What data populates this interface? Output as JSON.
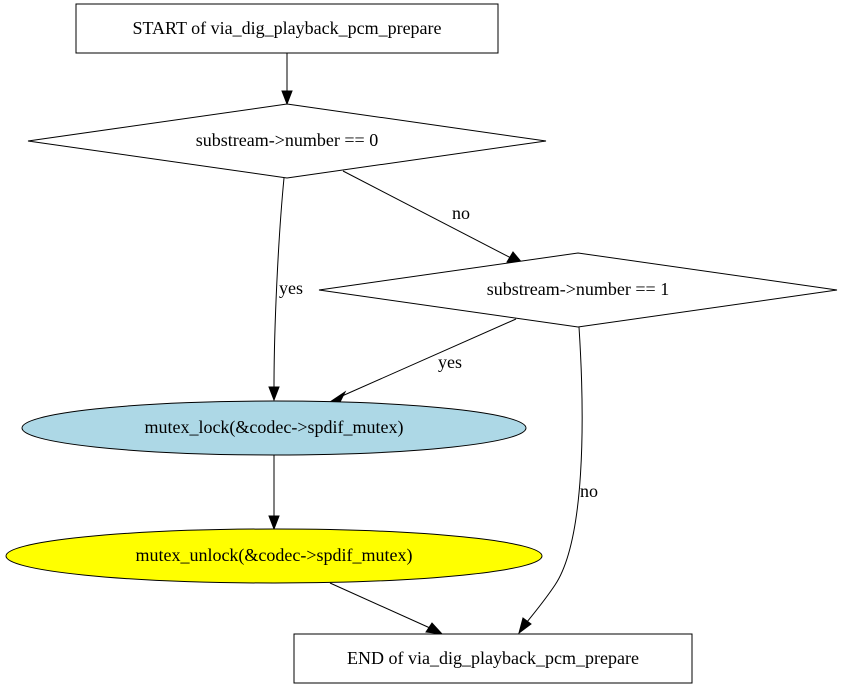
{
  "nodes": {
    "start": {
      "label": "START of via_dig_playback_pcm_prepare"
    },
    "cond0": {
      "label": "substream->number == 0"
    },
    "cond1": {
      "label": "substream->number == 1"
    },
    "lock": {
      "label": "mutex_lock(&codec->spdif_mutex)",
      "fill": "#add8e6"
    },
    "unlock": {
      "label": "mutex_unlock(&codec->spdif_mutex)",
      "fill": "#ffff00"
    },
    "end": {
      "label": "END of via_dig_playback_pcm_prepare"
    }
  },
  "edges": {
    "cond0_no": {
      "label": "no"
    },
    "cond0_yes": {
      "label": "yes"
    },
    "cond1_yes": {
      "label": "yes"
    },
    "cond1_no": {
      "label": "no"
    }
  }
}
